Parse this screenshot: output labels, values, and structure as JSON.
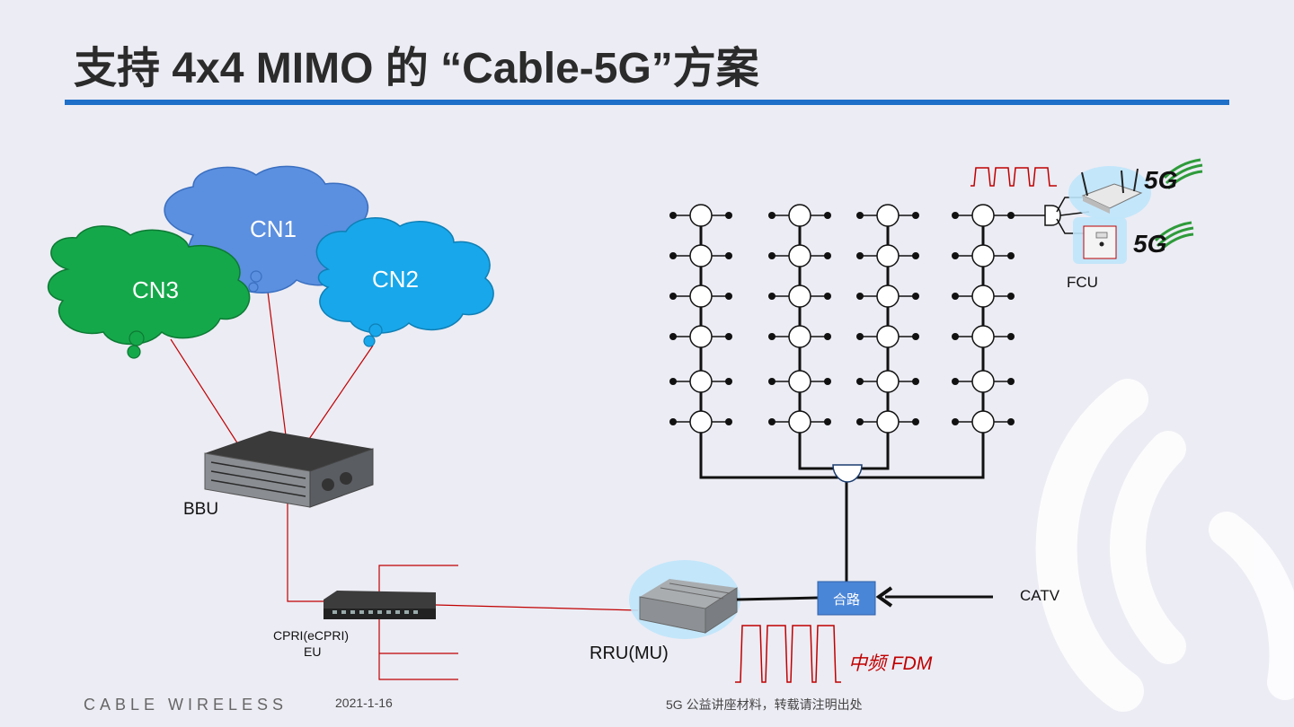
{
  "slide": {
    "title": "支持 4x4 MIMO 的 “Cable-5G”方案",
    "accent_color": "#1e6fc8"
  },
  "diagram": {
    "clouds": [
      {
        "label": "CN1",
        "color": "#5b8fe0"
      },
      {
        "label": "CN2",
        "color": "#18a7ea"
      },
      {
        "label": "CN3",
        "color": "#15a84a"
      }
    ],
    "nodes": {
      "bbu": "BBU",
      "eu_line1": "CPRI(eCPRI)",
      "eu_line2": "EU",
      "rru": "RRU(MU)",
      "combiner": "合路",
      "catv": "CATV",
      "fcu": "FCU",
      "fdm": "中频 FDM",
      "badge_5g": "5G"
    },
    "link_color": "#c00000"
  },
  "footer": {
    "brand": "CABLE WIRELESS",
    "date": "2021-1-16",
    "note": "5G 公益讲座材料，转载请注明出处"
  }
}
